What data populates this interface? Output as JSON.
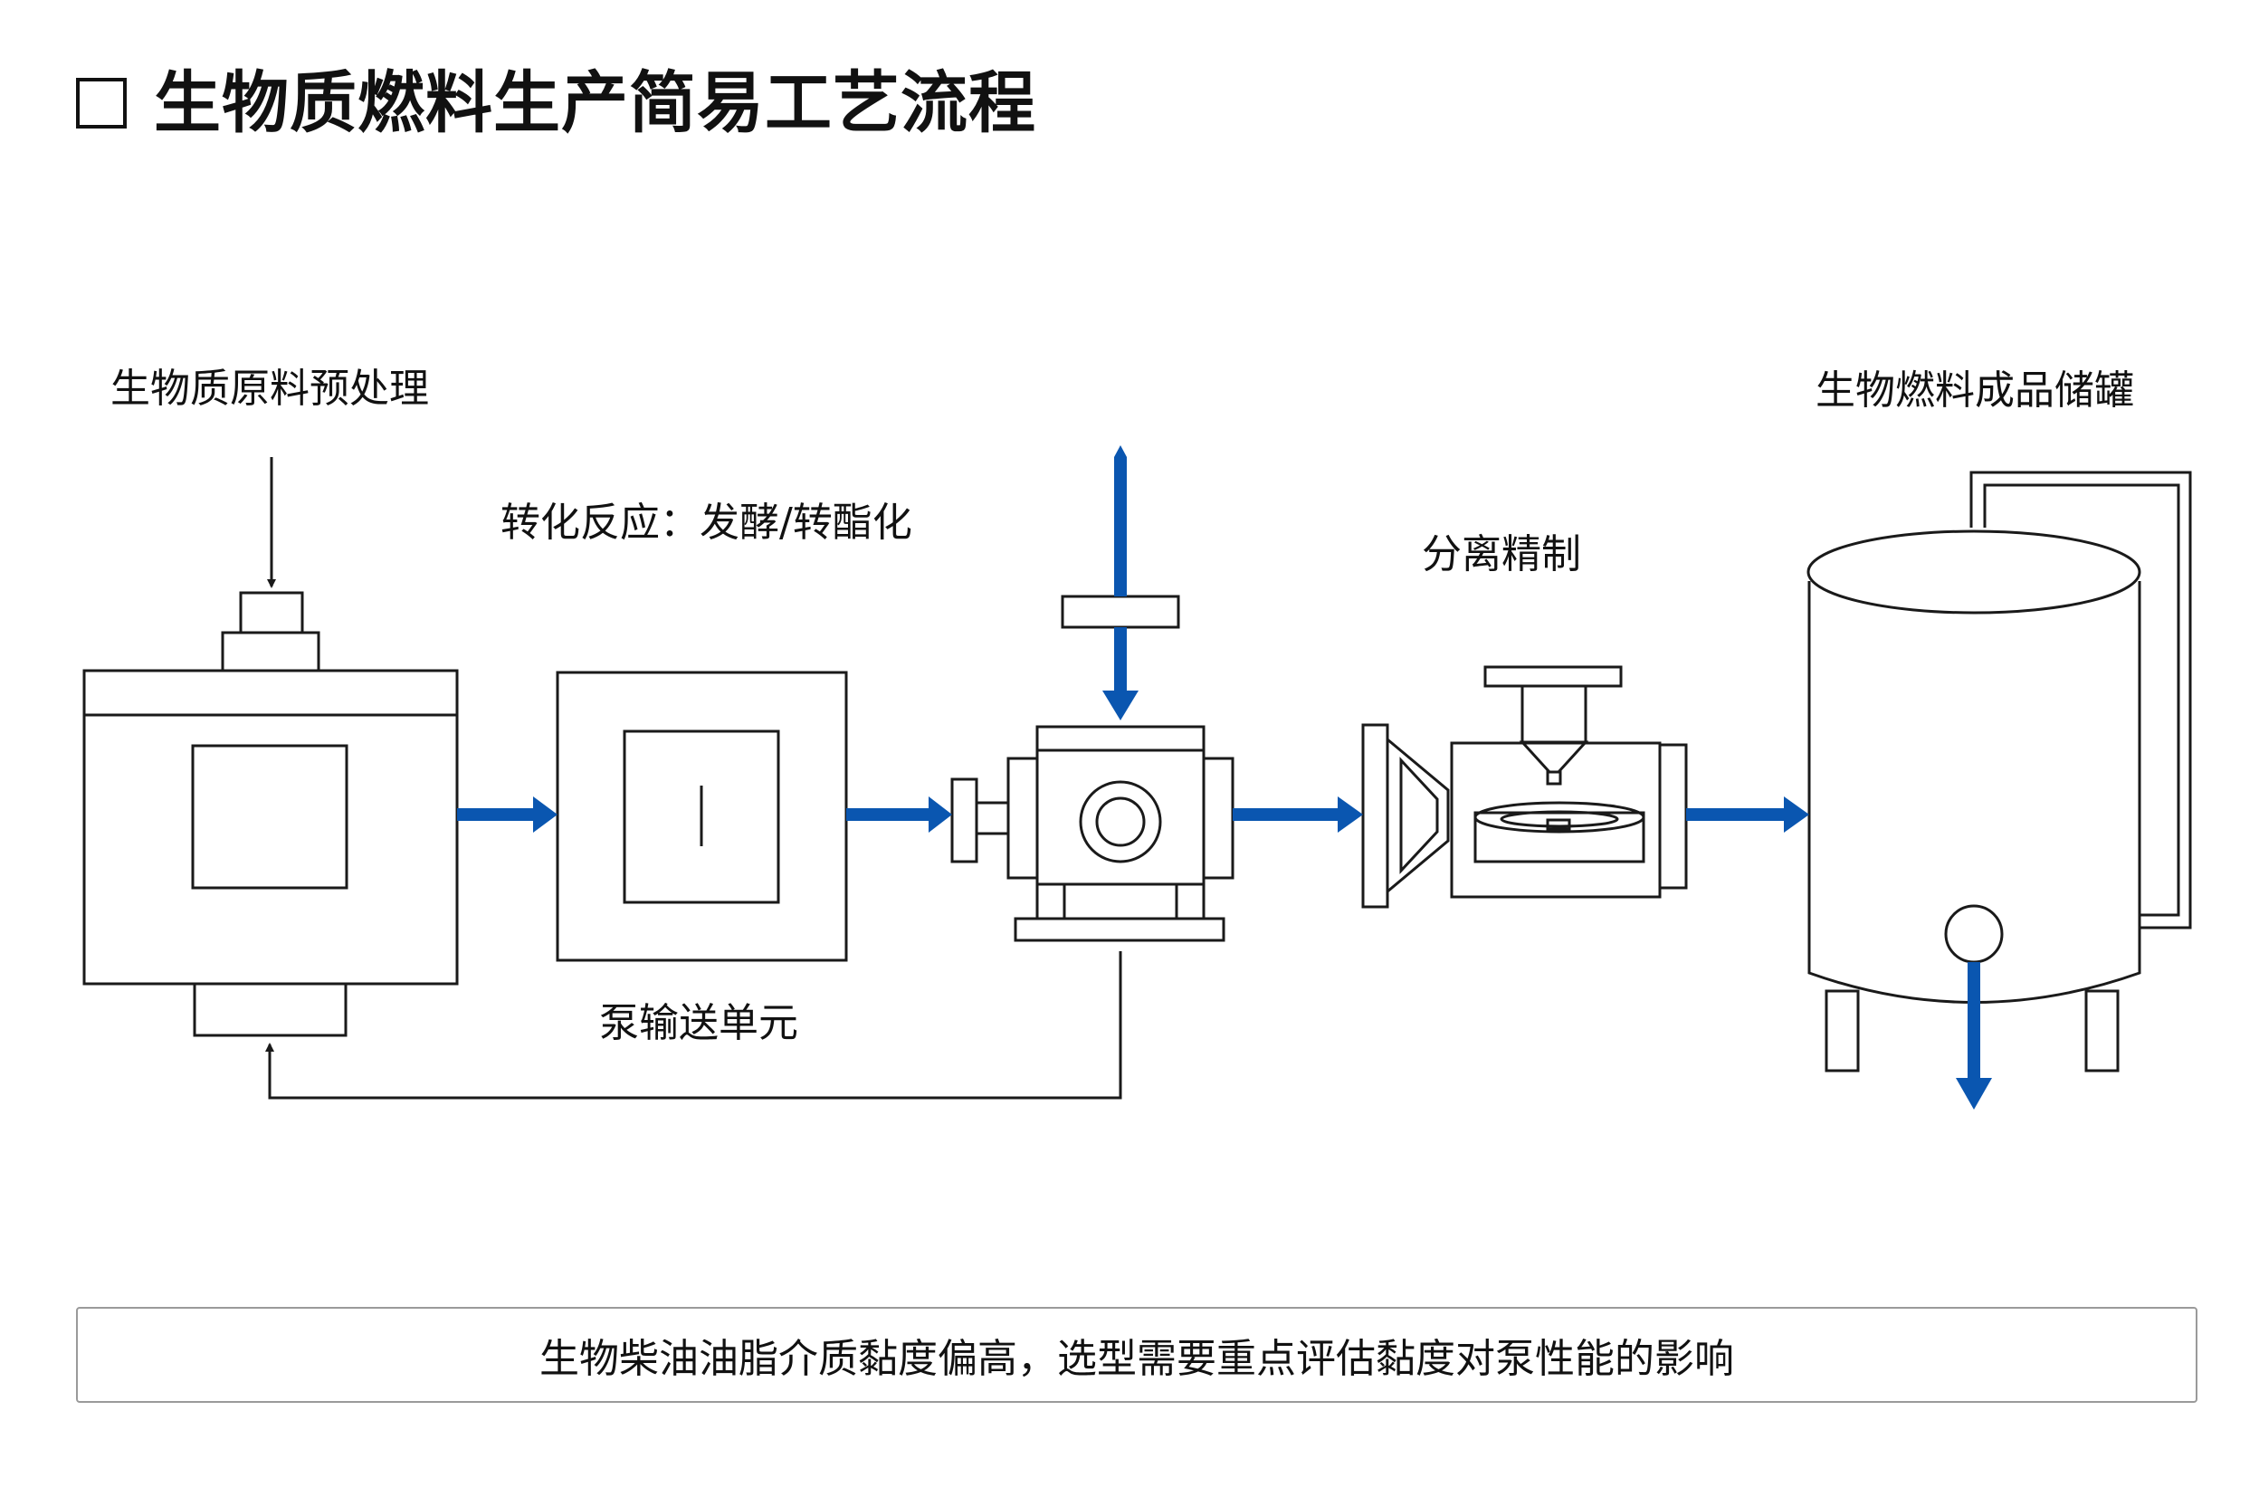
{
  "title": "生物质燃料生产简易工艺流程",
  "labels": {
    "pretreatment": "生物质原料预处理",
    "conversion": "转化反应：发酵/转酯化",
    "pump_unit": "泵输送单元",
    "separation": "分离精制",
    "storage_tank": "生物燃料成品储罐"
  },
  "note": "生物柴油油脂介质黏度偏高，选型需要重点评估黏度对泵性能的影响",
  "colors": {
    "flow_arrow": "#0a56b0",
    "line": "#1a1a1a",
    "note_border": "#9a9a9a"
  }
}
